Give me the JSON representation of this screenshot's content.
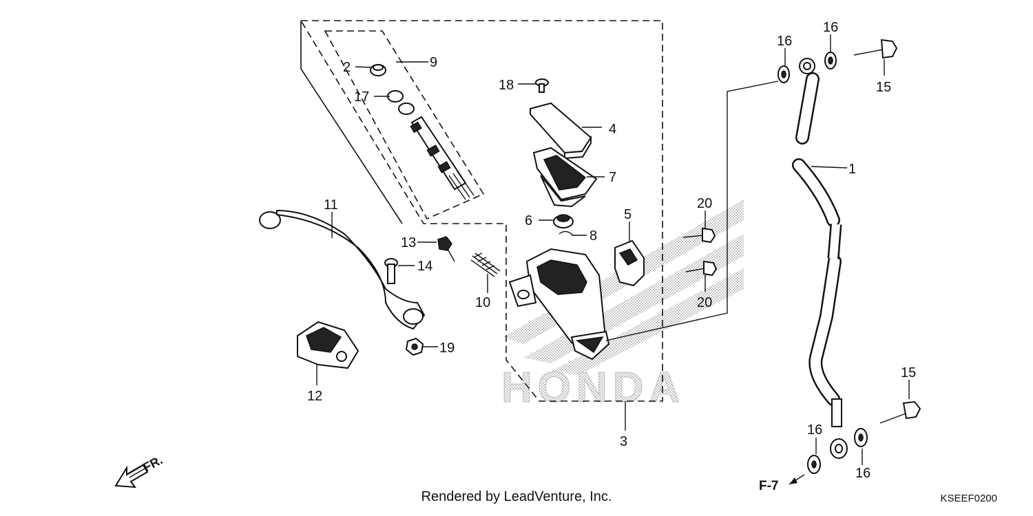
{
  "watermark": {
    "brand": "HONDA"
  },
  "callouts": {
    "c1": "1",
    "c2": "2",
    "c3": "3",
    "c4": "4",
    "c5": "5",
    "c6": "6",
    "c7": "7",
    "c8": "8",
    "c9": "9",
    "c10": "10",
    "c11": "11",
    "c12": "12",
    "c13": "13",
    "c14": "14",
    "c15a": "15",
    "c15b": "15",
    "c16a": "16",
    "c16b": "16",
    "c16c": "16",
    "c16d": "16",
    "c17": "17",
    "c18": "18",
    "c19": "19",
    "c20a": "20",
    "c20b": "20"
  },
  "direction": {
    "label": "FR."
  },
  "reference": {
    "label": "F-7"
  },
  "footer": {
    "credit": "Rendered by LeadVenture, Inc.",
    "diagram_code": "KSEEF0200"
  }
}
